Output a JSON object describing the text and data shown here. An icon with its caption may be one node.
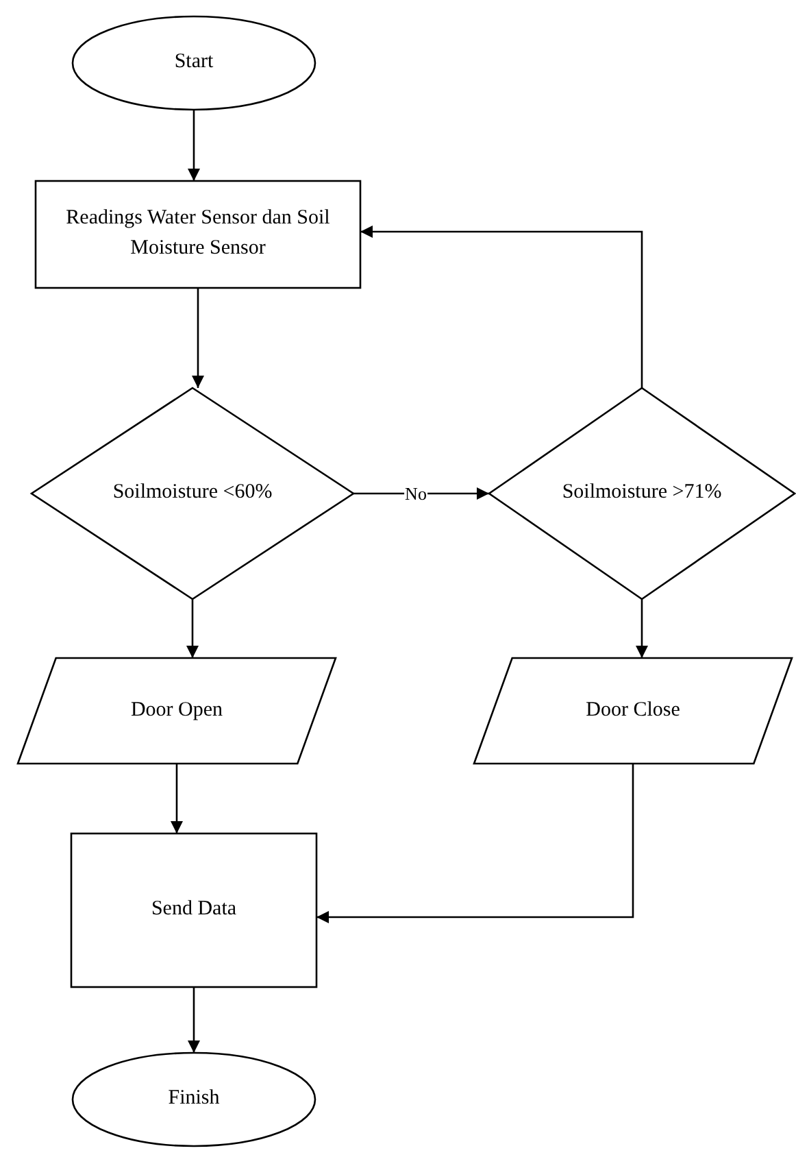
{
  "diagram": {
    "nodes": [
      {
        "text": [
          "Start"
        ]
      },
      {
        "text": [
          "Readings Water Sensor dan Soil Moisture Sensor"
        ]
      },
      {
        "text": [
          "Soilmoisture <60%"
        ]
      },
      {
        "text": [
          "Soilmoisture >71%"
        ]
      },
      {
        "text": [
          "Door Open"
        ]
      },
      {
        "text": [
          "Door Close"
        ]
      },
      {
        "text": [
          "Send Data"
        ]
      },
      {
        "text": [
          "Finish"
        ]
      }
    ],
    "edges": [
      {
        "from": 0,
        "to": 1,
        "arrow": "to"
      },
      {
        "from": 1,
        "to": 2,
        "arrow": "to"
      },
      {
        "from": 2,
        "to": 3,
        "arrow": "to",
        "label": "No"
      },
      {
        "from": 3,
        "to": 1,
        "arrow": "to"
      },
      {
        "from": 2,
        "to": 4,
        "arrow": "to"
      },
      {
        "from": 3,
        "to": 5,
        "arrow": "to"
      },
      {
        "from": 4,
        "to": 6,
        "arrow": "to"
      },
      {
        "from": 5,
        "to": 6,
        "arrow": "to"
      },
      {
        "from": 6,
        "to": 7,
        "arrow": "to"
      }
    ]
  }
}
